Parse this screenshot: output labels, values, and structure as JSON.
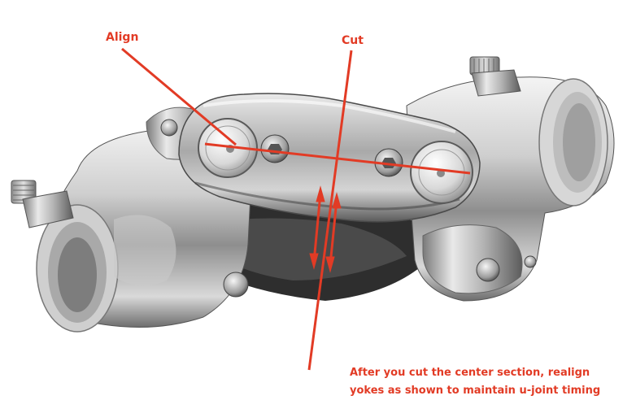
{
  "labels": {
    "align": "Align",
    "cut": "Cut"
  },
  "caption": {
    "line1": "After you cut the center section, realign",
    "line2": "yokes as shown to maintain u-joint timing"
  },
  "colors": {
    "annotation": "#e23b25",
    "metal_light": "#f1f1f1",
    "metal_mid": "#b8b8b8",
    "metal_dark": "#3a3a3a"
  }
}
